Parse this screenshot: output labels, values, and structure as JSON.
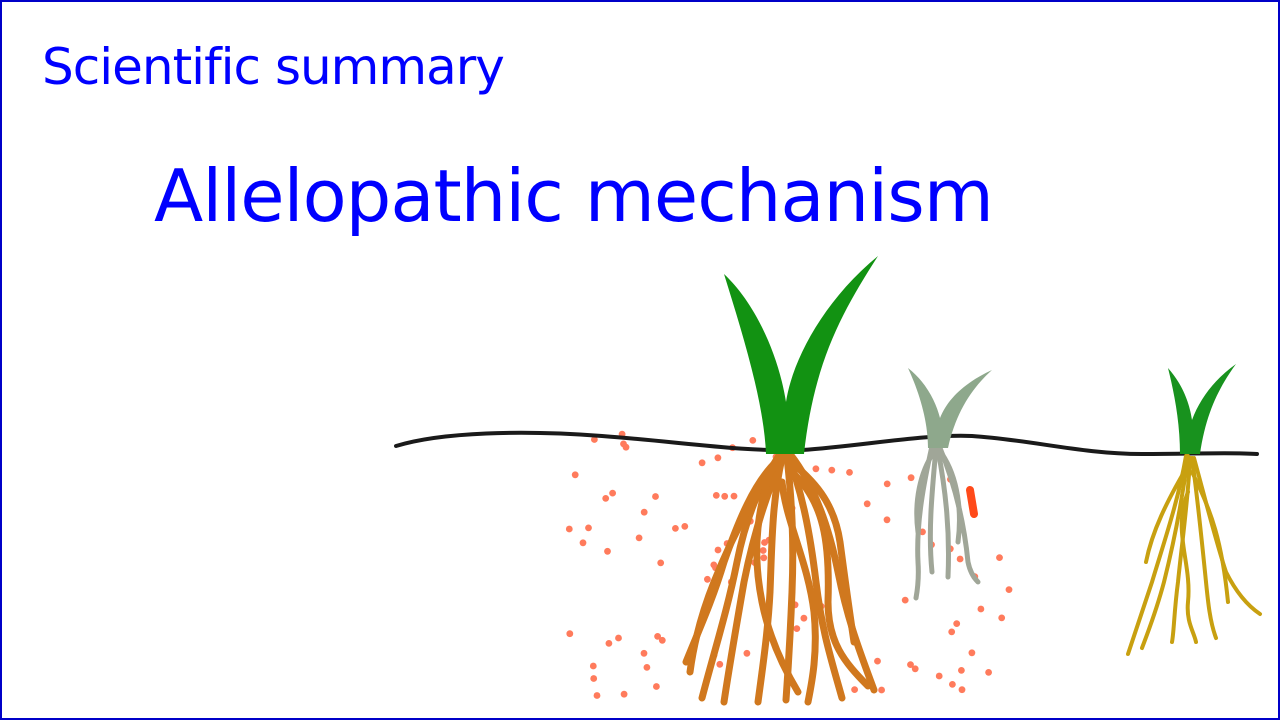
{
  "slide": {
    "section_label": "Scientific summary",
    "title": "Allelopathic mechanism"
  },
  "illustration": {
    "icon": "plant-roots-allelochemicals-drawing",
    "colors": {
      "soil_line": "#1a1a1a",
      "healthy_leaf": "#129212",
      "healthy_root": "#d0781e",
      "inhibited_leaf": "#8ea88c",
      "inhibited_root": "#a0a698",
      "neighbor_leaf": "#18921e",
      "neighbor_root": "#c8a010",
      "allelochemical_dots": "#ff7b5c",
      "accent_mark": "#ff4a1a"
    }
  }
}
